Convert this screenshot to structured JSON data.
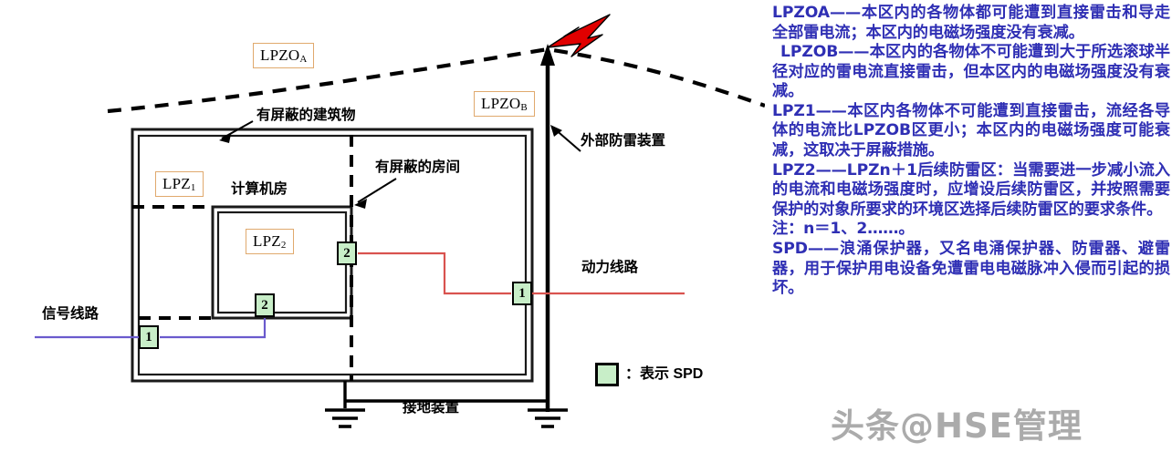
{
  "diagram": {
    "zone_tags": [
      {
        "id": "lpzoa",
        "text": "LPZO",
        "sub": "A"
      },
      {
        "id": "lpzob",
        "text": "LPZO",
        "sub": "B"
      },
      {
        "id": "lpz1",
        "text": "LPZ",
        "sub": "1"
      },
      {
        "id": "lpz2",
        "text": "LPZ",
        "sub": "2"
      }
    ],
    "labels": {
      "shielded_building": "有屏蔽的建筑物",
      "shielded_room": "有屏蔽的房间",
      "computer_room": "计算机房",
      "external_lps": "外部防雷装置",
      "power_line": "动力线路",
      "signal_line": "信号线路",
      "grounding_device": "接地装置"
    },
    "spd_markers": [
      {
        "id": "spd-signal-outer",
        "label": "1"
      },
      {
        "id": "spd-signal-inner",
        "label": "2"
      },
      {
        "id": "spd-power-outer",
        "label": "1"
      },
      {
        "id": "spd-power-inner",
        "label": "2"
      }
    ],
    "legend": {
      "swatch_color": "#c8eec8",
      "text": "：表示 SPD"
    },
    "colors": {
      "power_line": "#d9534f",
      "signal_line": "#6a5acd",
      "lightning": "#e00000",
      "zone_tag_border": "#e0a96d",
      "spd_fill": "#c8eec8",
      "text_blue": "#2f2fb4"
    }
  },
  "text_panel": {
    "paragraphs": [
      {
        "id": "p-lpzoa",
        "indent": false,
        "text": "LPZOA——本区内的各物体都可能遭到直接雷击和导走全部雷电流；本区内的电磁场强度没有衰减。"
      },
      {
        "id": "p-lpzob",
        "indent": true,
        "text": "LPZOB——本区内的各物体不可能遭到大于所选滚球半径对应的雷电流直接雷击，但本区内的电磁场强度没有衰减。"
      },
      {
        "id": "p-lpz1",
        "indent": false,
        "text": "LPZ1——本区内各物体不可能遭到直接雷击，流经各导体的电流比LPZOB区更小；本区内的电磁场强度可能衰减，这取决于屏蔽措施。"
      },
      {
        "id": "p-lpz2",
        "indent": false,
        "text": "LPZ2——LPZn＋1后续防雷区：当需要进一步减小流入的电流和电磁场强度时，应增设后续防雷区，并按照需要保护的对象所要求的环境区选择后续防雷区的要求条件。"
      },
      {
        "id": "p-note",
        "indent": false,
        "text": "注：n＝1、2……。"
      },
      {
        "id": "p-spd",
        "indent": false,
        "text": "SPD——浪涌保护器，又名电涌保护器、防雷器、避雷器，用于保护用电设备免遭雷电电磁脉冲入侵而引起的损坏。"
      }
    ]
  },
  "watermark": {
    "text": "头条@HSE管理"
  }
}
